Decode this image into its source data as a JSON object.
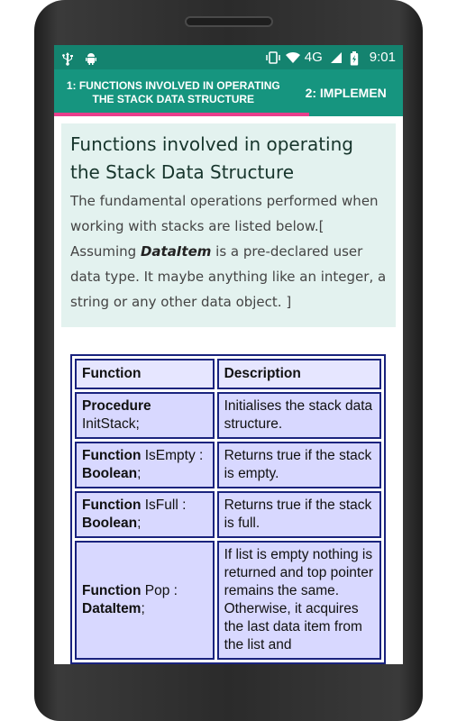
{
  "status": {
    "network": "4G",
    "time": "9:01"
  },
  "tabs": [
    {
      "line1": "1: FUNCTIONS INVOLVED IN OPERATING",
      "line2": "THE STACK DATA STRUCTURE"
    },
    {
      "label": "2: IMPLEMEN"
    }
  ],
  "intro": {
    "title": "Functions involved in operating the Stack Data Structure",
    "text_before": "The fundamental operations performed when working with stacks are listed below.[ Assuming ",
    "emphasis": "DataItem",
    "text_after": " is a pre-declared user data type. It maybe anything like an integer, a string or any other data object. ]"
  },
  "table": {
    "headers": [
      "Function",
      "Description"
    ],
    "rows": [
      {
        "kw": "Procedure",
        "name": " InitStack;",
        "rt": "",
        "rt_suffix": "",
        "desc": "Initialises the stack data structure."
      },
      {
        "kw": "Function",
        "name": " IsEmpty : ",
        "rt": "Boolean",
        "rt_suffix": ";",
        "desc": "Returns true if the stack is empty."
      },
      {
        "kw": "Function",
        "name": " IsFull : ",
        "rt": "Boolean",
        "rt_suffix": ";",
        "desc": "Returns true if the stack is full."
      },
      {
        "kw": "Function",
        "name": " Pop : ",
        "rt": "DataItem",
        "rt_suffix": ";",
        "desc": "If list is empty nothing is returned and top pointer remains the same. Otherwise, it acquires the last data item from the list and"
      }
    ]
  },
  "colors": {
    "status_bar": "#14836f",
    "tab_bar": "#16957f",
    "tab_indicator": "#e93e8c",
    "intro_bg": "#e3f2ef",
    "table_border": "#1a237e"
  }
}
